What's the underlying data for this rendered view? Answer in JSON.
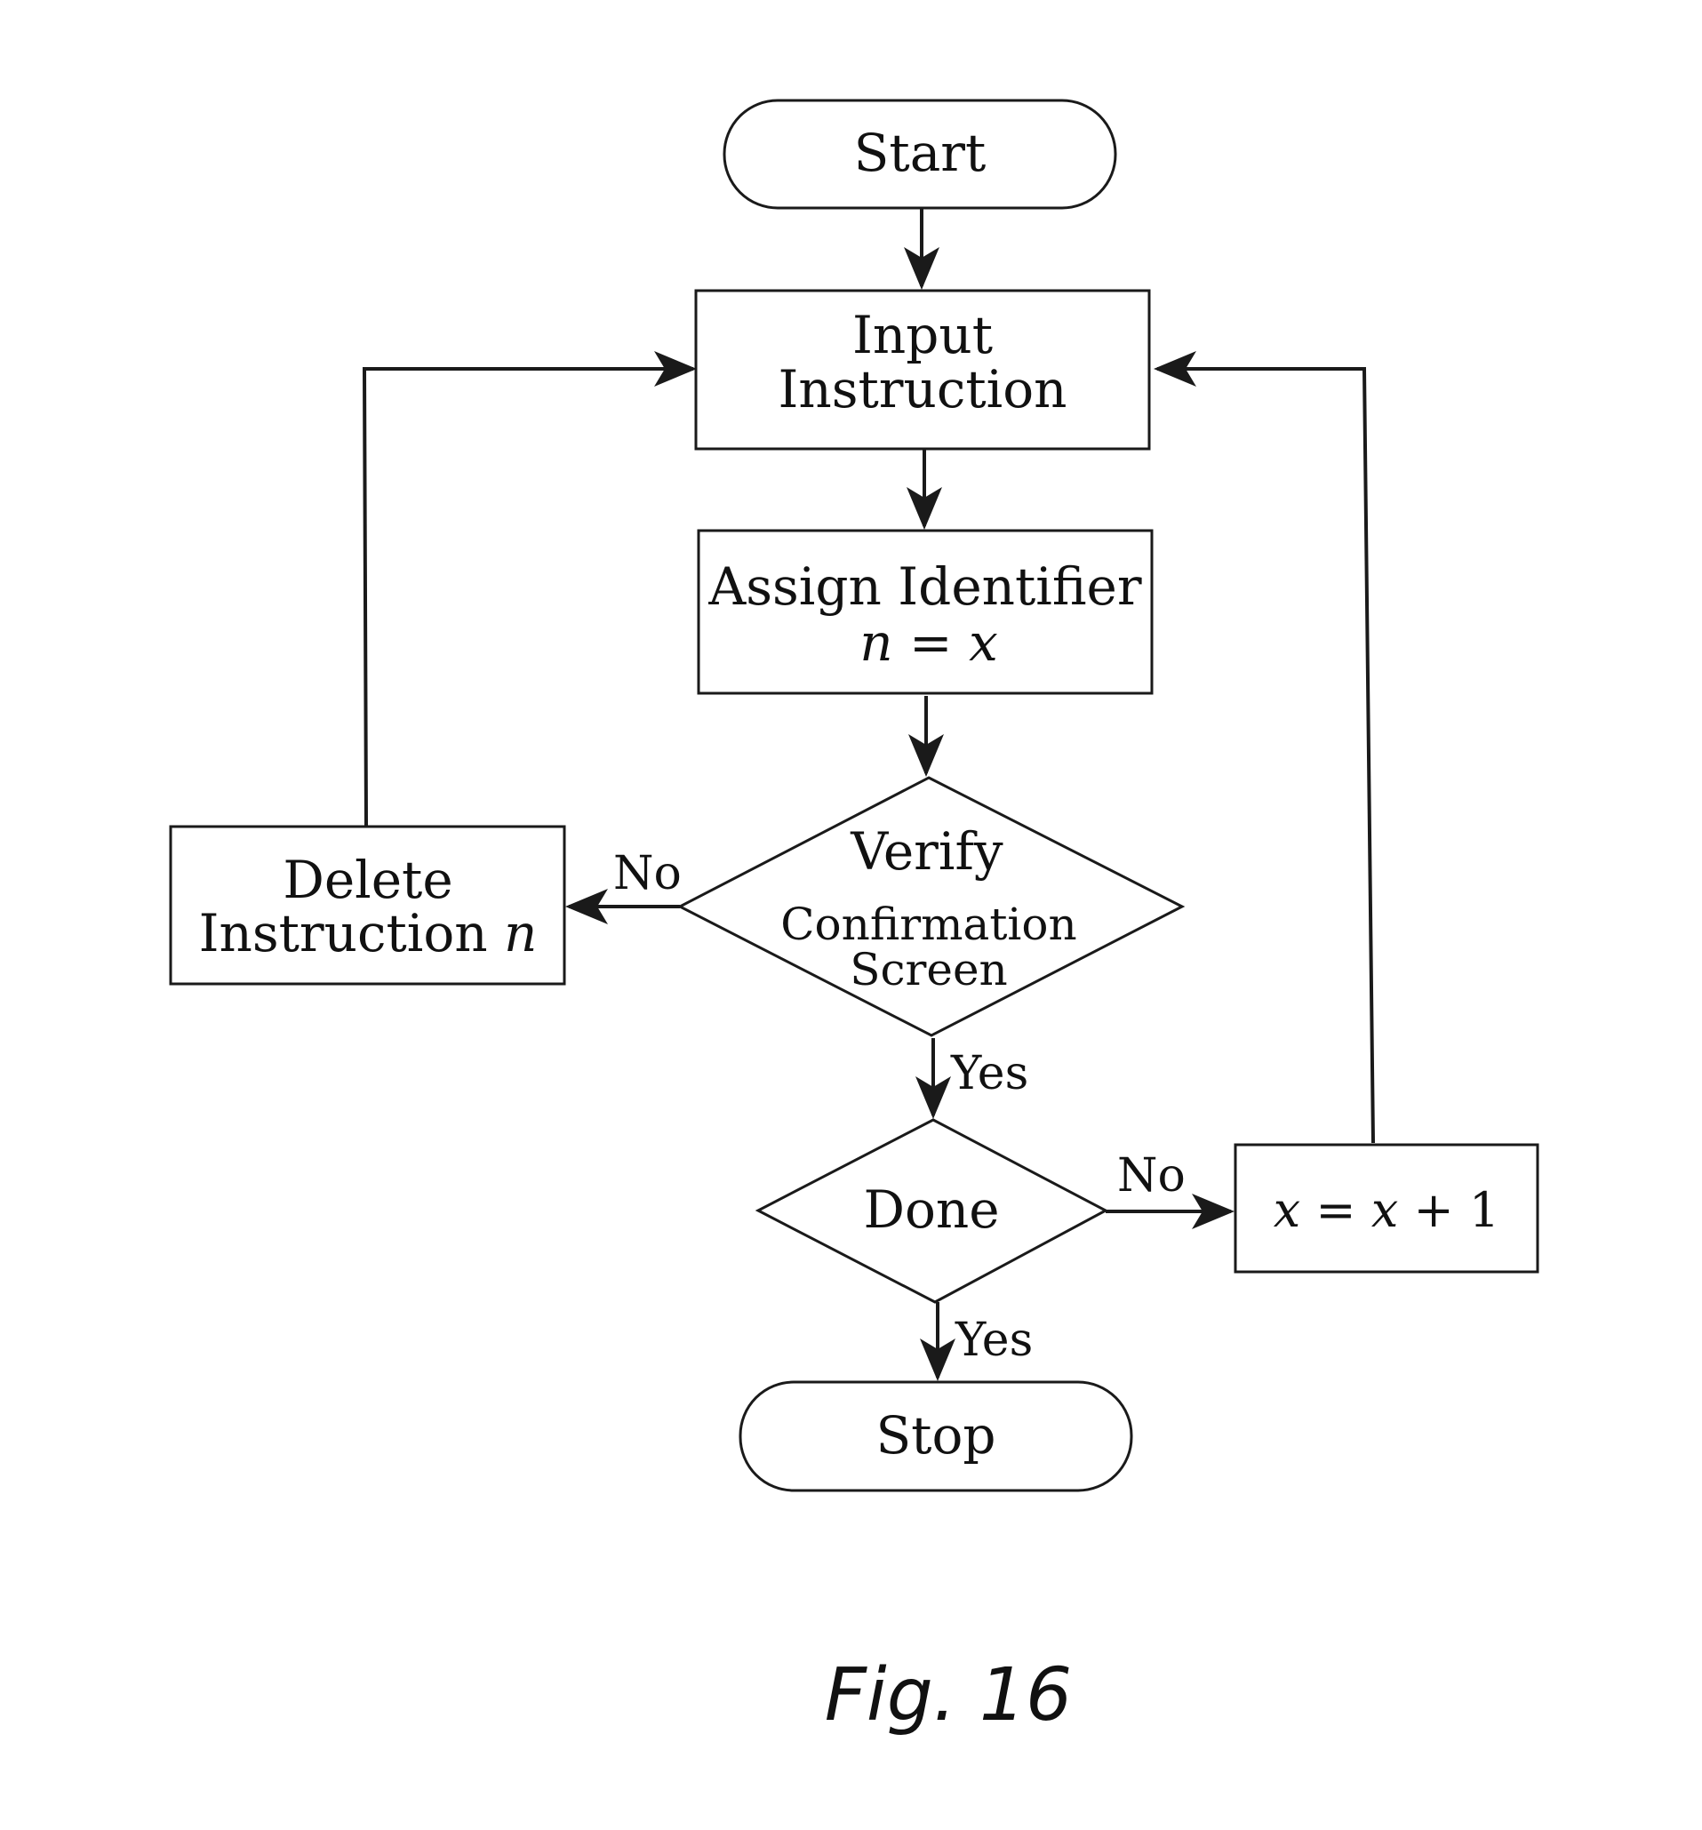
{
  "nodes": {
    "start": {
      "label": "Start"
    },
    "input_instruction": {
      "line1": "Input",
      "line2": "Instruction"
    },
    "assign_identifier": {
      "line1": "Assign Identifier",
      "var_n": "n",
      "eq": " = ",
      "var_x": "x"
    },
    "verify": {
      "line1": "Verify",
      "line2": "Confirmation",
      "line3": "Screen"
    },
    "delete_instruction": {
      "line1": "Delete",
      "line2": "Instruction ",
      "var_n": "n"
    },
    "done": {
      "label": "Done"
    },
    "increment": {
      "var_x1": "x",
      "eq": " = ",
      "var_x2": "x",
      "plus": " + 1"
    },
    "stop": {
      "label": "Stop"
    }
  },
  "edges": {
    "verify_no": "No",
    "verify_yes": "Yes",
    "done_no": "No",
    "done_yes": "Yes"
  },
  "caption": "Fig. 16"
}
